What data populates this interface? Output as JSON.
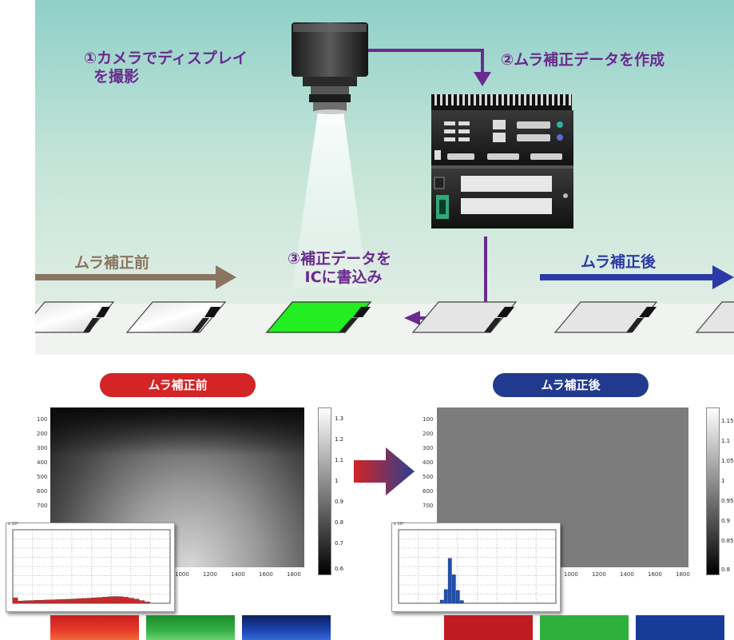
{
  "top_diagram": {
    "step1": [
      "①カメラでディスプレイ",
      "を撮影"
    ],
    "step2": "②ムラ補正データを作成",
    "step3": [
      "③補正データを",
      "ICに書込み"
    ],
    "before_label": "ムラ補正前",
    "after_label": "ムラ補正後"
  },
  "bottom": {
    "before": {
      "title": "ムラ補正前",
      "y_ticks": [
        "100",
        "200",
        "300",
        "400",
        "500",
        "600",
        "700"
      ],
      "x_ticks": [
        "1000",
        "1200",
        "1400",
        "1600",
        "1800"
      ],
      "colorbar_ticks": [
        "1.3",
        "1.2",
        "1.1",
        "1",
        "0.9",
        "0.8",
        "0.7",
        "0.6"
      ],
      "histogram_exponent": "x 10⁴",
      "histogram_bars": [
        0.6,
        0.25,
        0.28,
        0.3,
        0.32,
        0.34,
        0.36,
        0.38,
        0.4,
        0.42,
        0.44,
        0.47,
        0.5,
        0.53,
        0.56,
        0.6,
        0.64,
        0.68,
        0.72,
        0.74,
        0.72,
        0.66,
        0.56,
        0.45,
        0.3,
        0.15
      ]
    },
    "after": {
      "title": "ムラ補正後",
      "y_ticks": [
        "100",
        "200",
        "300",
        "400",
        "500",
        "600",
        "700"
      ],
      "x_ticks": [
        "1000",
        "1200",
        "1400",
        "1600",
        "1800"
      ],
      "colorbar_ticks": [
        "1.15",
        "1.1",
        "1.05",
        "1",
        "0.95",
        "0.9",
        "0.85",
        "0.8"
      ],
      "histogram_exponent": "x 10⁴",
      "histogram_bars": [
        0.35,
        1.5,
        4.9,
        3.1,
        1.4,
        0.3
      ]
    }
  },
  "colors": {
    "step_text": "#6b2a8f",
    "before_arrow": "#8a7560",
    "after_arrow": "#2b3aa8",
    "before_pill": "#d42426",
    "after_pill": "#223a8e",
    "highlight_panel": "#22ee22",
    "hist_bar_before": "#d42426",
    "hist_bar_after": "#1f4fb0"
  }
}
